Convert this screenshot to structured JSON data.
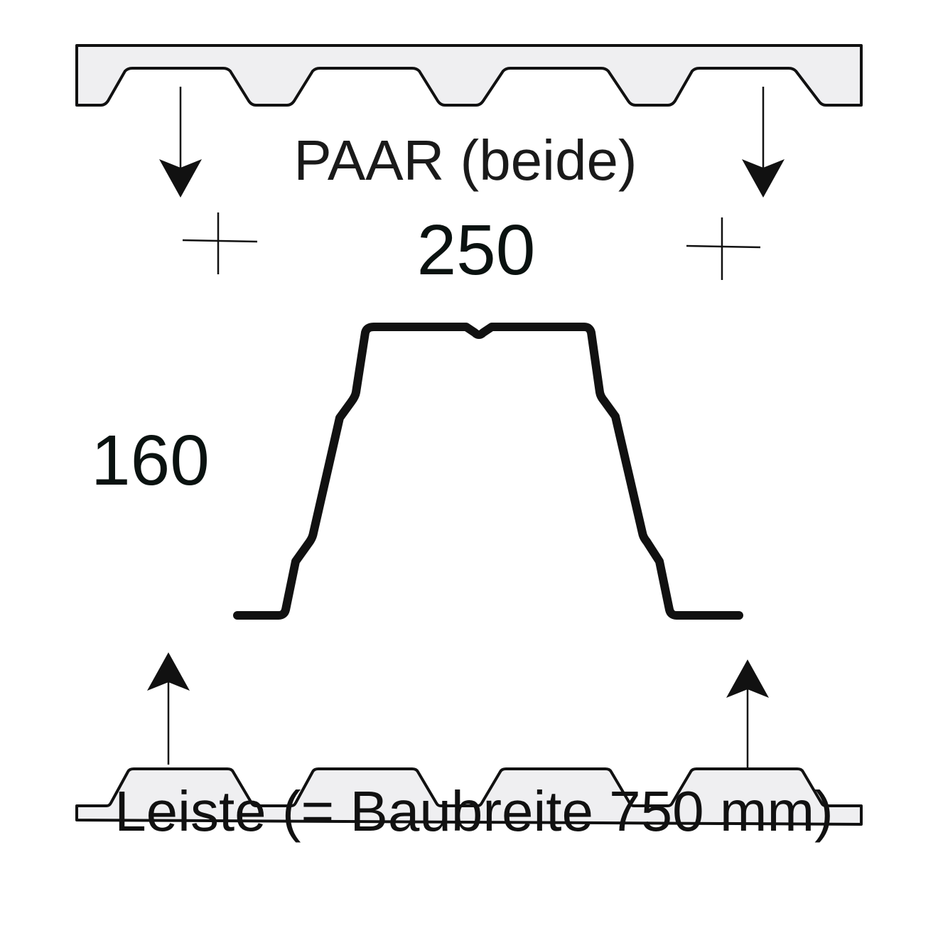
{
  "diagram": {
    "title": "PAAR (beide)",
    "profile_width": "250",
    "profile_height": "160",
    "footer": "Leiste (= Baubreite 750 mm)",
    "colors": {
      "stroke": "#111111",
      "sheet_fill": "#efeff1",
      "background": "#ffffff"
    },
    "elements": {
      "top_sheet": "trapezoidal-sheet-top",
      "bottom_sheet": "trapezoidal-sheet-bottom",
      "profile": "profile-cross-section",
      "arrows": [
        "arrow-down-left",
        "arrow-down-right",
        "arrow-up-left",
        "arrow-up-right"
      ],
      "markers": [
        "crosshair-left",
        "crosshair-right"
      ]
    }
  }
}
